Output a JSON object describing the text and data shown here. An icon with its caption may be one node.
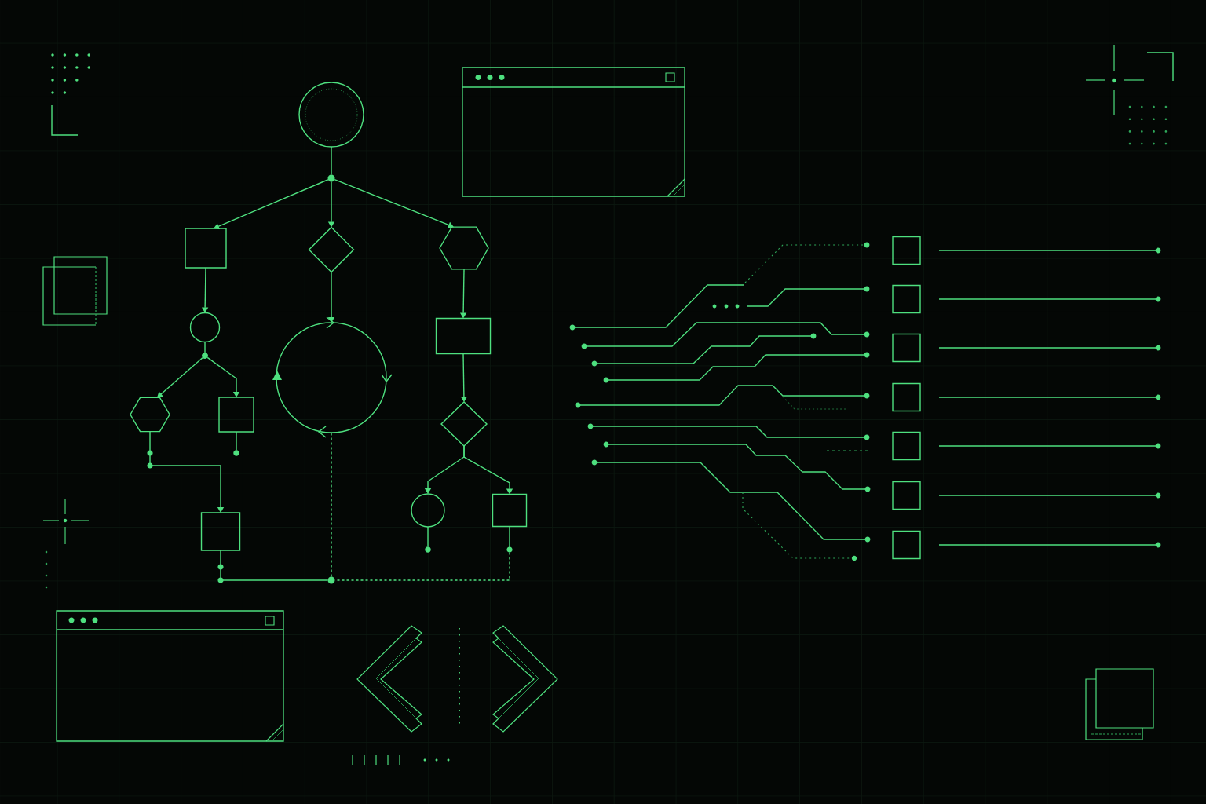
{
  "diagram": {
    "nodes": [
      {
        "text": [],
        "shape": "circle"
      },
      {
        "text": [],
        "shape": "dot"
      },
      {
        "text": [],
        "shape": "box"
      },
      {
        "text": [],
        "shape": "diamond"
      },
      {
        "text": [],
        "shape": "hexagon"
      },
      {
        "text": [],
        "shape": "circle"
      },
      {
        "text": [],
        "shape": "circle"
      },
      {
        "text": [],
        "shape": "box"
      },
      {
        "text": [],
        "shape": "dot"
      },
      {
        "text": [],
        "shape": "hexagon"
      },
      {
        "text": [],
        "shape": "box"
      },
      {
        "text": [],
        "shape": "diamond"
      },
      {
        "text": [],
        "shape": "box"
      },
      {
        "text": [],
        "shape": "circle"
      },
      {
        "text": [],
        "shape": "box"
      },
      {
        "text": [],
        "shape": "dot"
      },
      {
        "text": [],
        "shape": "box"
      },
      {
        "text": [],
        "shape": "box"
      },
      {
        "text": [],
        "shape": "box"
      },
      {
        "text": [],
        "shape": "box"
      },
      {
        "text": [],
        "shape": "box"
      },
      {
        "text": [],
        "shape": "box"
      },
      {
        "text": [],
        "shape": "box"
      },
      {
        "text": [],
        "shape": "dot"
      },
      {
        "text": [],
        "shape": "dot"
      }
    ],
    "edges": [
      {
        "from": 0,
        "to": 1,
        "arrow": "none"
      },
      {
        "from": 1,
        "to": 2,
        "arrow": "to"
      },
      {
        "from": 1,
        "to": 3,
        "arrow": "to"
      },
      {
        "from": 1,
        "to": 4,
        "arrow": "to"
      },
      {
        "from": 2,
        "to": 5,
        "arrow": "to"
      },
      {
        "from": 3,
        "to": 6,
        "arrow": "to"
      },
      {
        "from": 4,
        "to": 7,
        "arrow": "to"
      },
      {
        "from": 5,
        "to": 8,
        "arrow": "none"
      },
      {
        "from": 8,
        "to": 9,
        "arrow": "to"
      },
      {
        "from": 8,
        "to": 10,
        "arrow": "to"
      },
      {
        "from": 7,
        "to": 11,
        "arrow": "to"
      },
      {
        "from": 11,
        "to": 13,
        "arrow": "to"
      },
      {
        "from": 11,
        "to": 14,
        "arrow": "to"
      },
      {
        "from": 9,
        "to": 12,
        "arrow": "to"
      },
      {
        "from": 10,
        "to": 23,
        "arrow": "none"
      },
      {
        "from": 12,
        "to": 15,
        "arrow": "none"
      },
      {
        "from": 13,
        "to": 24,
        "arrow": "none"
      },
      {
        "from": 14,
        "to": 15,
        "arrow": "none",
        "style": "dashed"
      },
      {
        "from": 15,
        "to": 6,
        "arrow": "none",
        "style": "dashed"
      }
    ]
  }
}
